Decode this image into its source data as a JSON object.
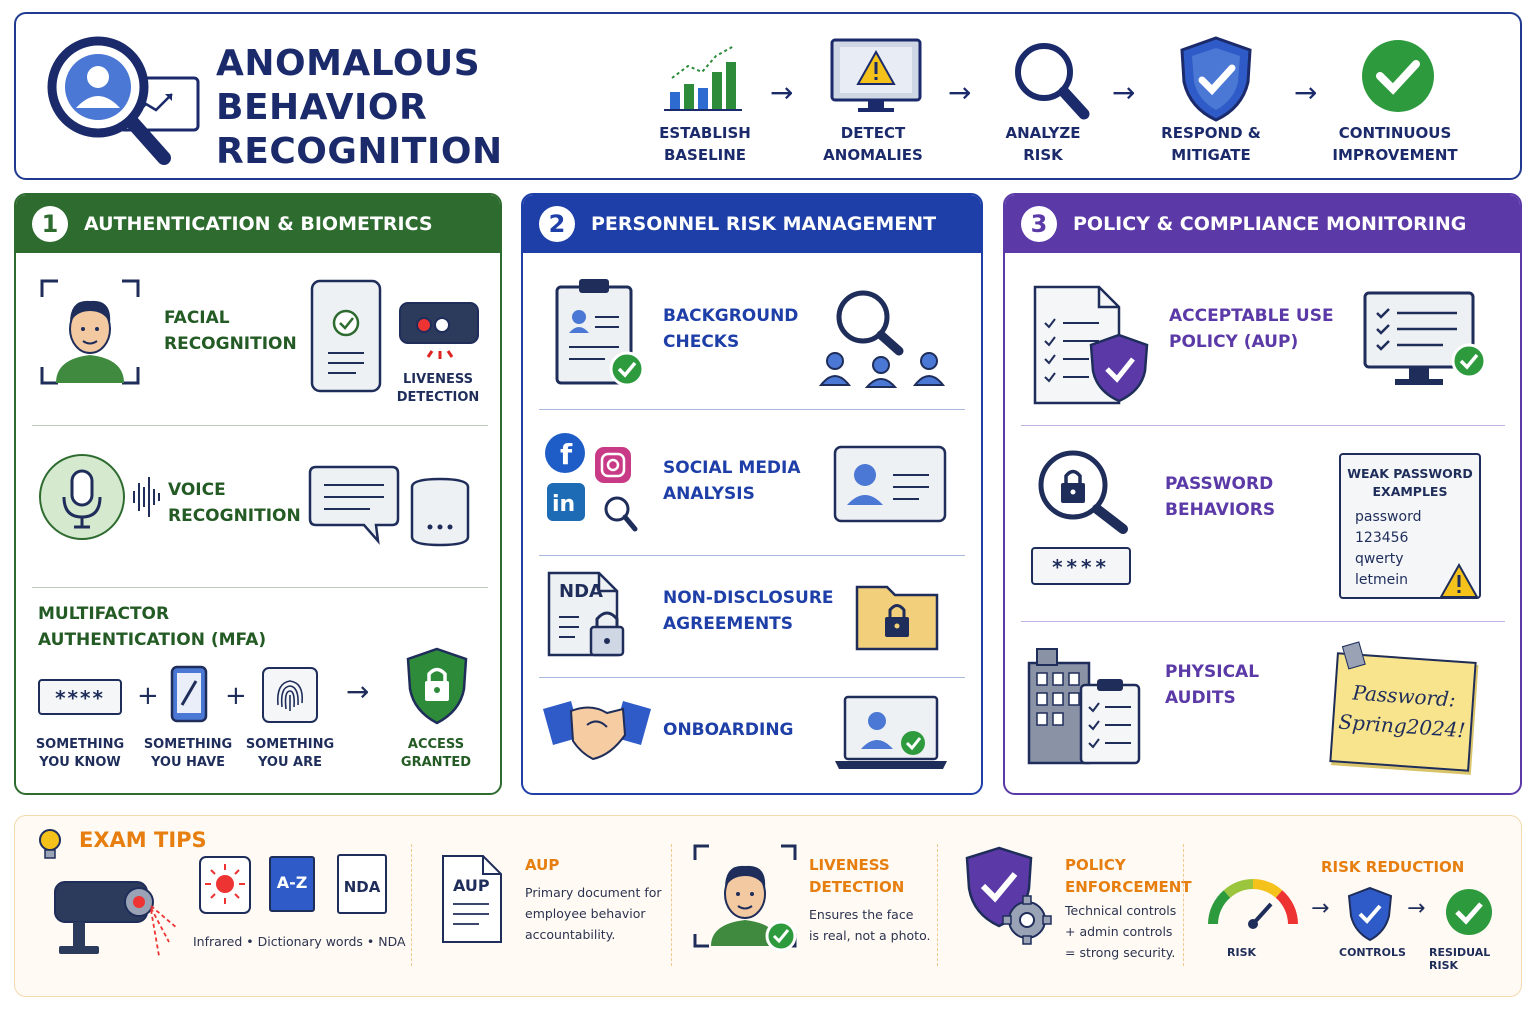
{
  "header": {
    "title_line1": "ANOMALOUS BEHAVIOR",
    "title_line2": "RECOGNITION",
    "flow": [
      {
        "line1": "ESTABLISH",
        "line2": "BASELINE",
        "icon": "chart-icon"
      },
      {
        "line1": "DETECT",
        "line2": "ANOMALIES",
        "icon": "monitor-warning-icon"
      },
      {
        "line1": "ANALYZE",
        "line2": "RISK",
        "icon": "magnifier-icon"
      },
      {
        "line1": "RESPOND &",
        "line2": "MITIGATE",
        "icon": "shield-check-icon"
      },
      {
        "line1": "CONTINUOUS",
        "line2": "IMPROVEMENT",
        "icon": "check-circle-icon"
      }
    ],
    "arrow": "→"
  },
  "panels": [
    {
      "number": "1",
      "title": "AUTHENTICATION & BIOMETRICS",
      "color": "#2e6b2f",
      "facial": {
        "line1": "FACIAL",
        "line2": "RECOGNITION"
      },
      "liveness": {
        "line1": "LIVENESS",
        "line2": "DETECTION"
      },
      "voice": {
        "line1": "VOICE",
        "line2": "RECOGNITION"
      },
      "mfa": {
        "line1": "MULTIFACTOR",
        "line2": "AUTHENTICATION (MFA)"
      },
      "mfa_password": "****",
      "mfa_factors": [
        {
          "line1": "SOMETHING",
          "line2": "YOU KNOW"
        },
        {
          "line1": "SOMETHING",
          "line2": "YOU HAVE"
        },
        {
          "line1": "SOMETHING",
          "line2": "YOU ARE"
        },
        {
          "line1": "ACCESS",
          "line2": "GRANTED"
        }
      ],
      "plus": "+"
    },
    {
      "number": "2",
      "title": "PERSONNEL RISK MANAGEMENT",
      "color": "#1e3fa8",
      "rows": [
        {
          "line1": "BACKGROUND",
          "line2": "CHECKS"
        },
        {
          "line1": "SOCIAL MEDIA",
          "line2": "ANALYSIS"
        },
        {
          "line1": "NON-DISCLOSURE",
          "line2": "AGREEMENTS"
        },
        {
          "line1": "ONBOARDING",
          "line2": ""
        }
      ],
      "nda_doc": "NDA"
    },
    {
      "number": "3",
      "title": "POLICY & COMPLIANCE MONITORING",
      "color": "#5b3aa8",
      "rows": [
        {
          "line1": "ACCEPTABLE USE",
          "line2": "POLICY (AUP)"
        },
        {
          "line1": "PASSWORD",
          "line2": "BEHAVIORS"
        },
        {
          "line1": "PHYSICAL",
          "line2": "AUDITS"
        }
      ],
      "password_field": "****",
      "weak_box": {
        "title1": "WEAK PASSWORD",
        "title2": "EXAMPLES",
        "items": [
          "password",
          "123456",
          "qwerty",
          "letmein"
        ]
      },
      "sticky_note": {
        "line1": "Password:",
        "line2": "Spring2024!"
      }
    }
  ],
  "tips": {
    "title": "EXAM TIPS",
    "tile1": "A-Z",
    "tile2": "NDA",
    "caption": "Infrared • Dictionary words • NDA",
    "aup": {
      "doc": "AUP",
      "title": "AUP",
      "text": [
        "Primary document for",
        "employee behavior",
        "accountability."
      ]
    },
    "liveness": {
      "title1": "LIVENESS",
      "title2": "DETECTION",
      "text": [
        "Ensures the face",
        "is real, not a photo."
      ]
    },
    "policy": {
      "title1": "POLICY",
      "title2": "ENFORCEMENT",
      "text": [
        "Technical controls",
        "+ admin controls",
        "= strong security."
      ]
    },
    "risk": {
      "title": "RISK REDUCTION",
      "labels": [
        "RISK",
        "CONTROLS",
        "RESIDUAL RISK"
      ]
    }
  }
}
